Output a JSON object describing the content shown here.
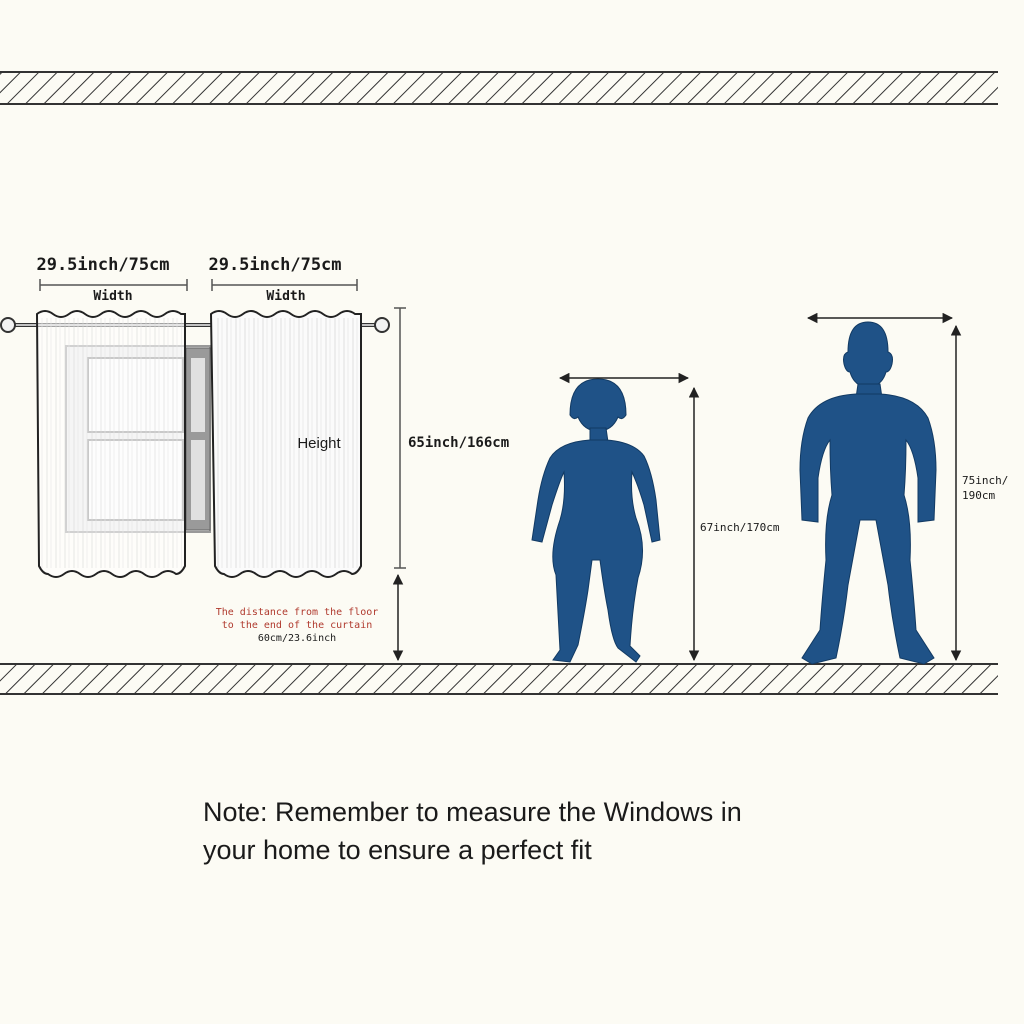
{
  "curtain": {
    "left_width": "29.5inch/75cm",
    "right_width": "29.5inch/75cm",
    "width_label": "Width",
    "height_label": "Height",
    "height_value": "65inch/166cm",
    "floor_distance_lines": [
      "The distance from the floor",
      "to the end of the curtain",
      "60cm/23.6inch"
    ]
  },
  "woman": {
    "height_label": "67inch/170cm"
  },
  "man": {
    "height_lines": [
      "75inch/",
      "190cm"
    ]
  },
  "note": {
    "line1": "Note: Remember to measure the Windows in",
    "line2": "your home to ensure a perfect fit"
  },
  "colors": {
    "figure": "#1f5287",
    "ink": "#1a1a1a",
    "dimension": "#555555",
    "annotation_red": "#b03a2e"
  }
}
